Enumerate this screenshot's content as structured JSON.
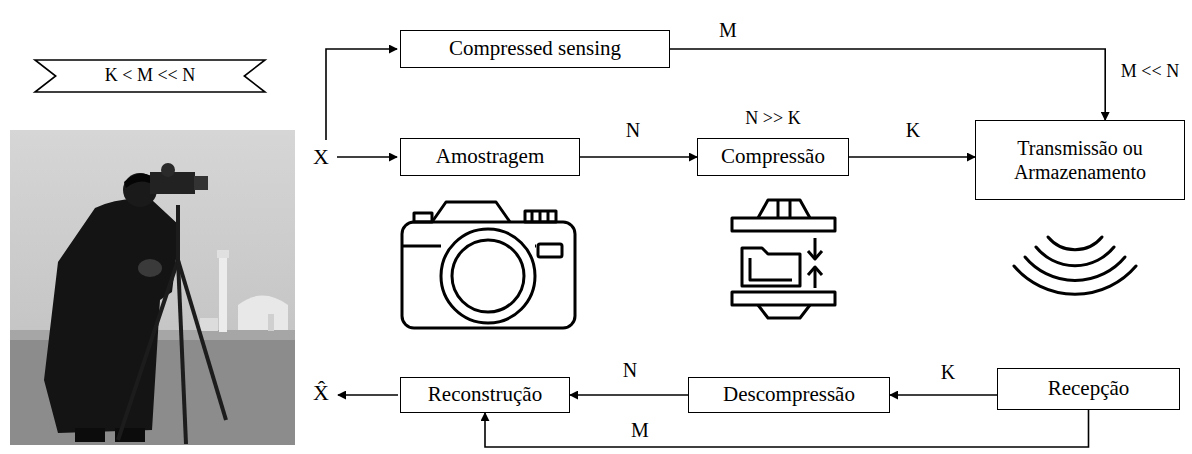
{
  "diagram": {
    "nodes": [
      {
        "text": [
          "K < M << N"
        ]
      },
      {
        "text": [
          "Compressed sensing"
        ]
      },
      {
        "text": [
          "Amostragem"
        ]
      },
      {
        "text": [
          "Compressão"
        ]
      },
      {
        "text": [
          "Transmissão ou Armazenamento"
        ]
      },
      {
        "text": [
          "Recepção"
        ]
      },
      {
        "text": [
          "Descompressão"
        ]
      },
      {
        "text": [
          "Reconstrução"
        ]
      }
    ],
    "edges": [
      {
        "from": 1,
        "to": 4,
        "arrow": "to",
        "label": "M"
      },
      {
        "from": 2,
        "to": 3,
        "arrow": "to",
        "label": "N"
      },
      {
        "from": 3,
        "to": 4,
        "arrow": "to",
        "label": "K"
      },
      {
        "from": 5,
        "to": 6,
        "arrow": "to",
        "label": "K"
      },
      {
        "from": 6,
        "to": 7,
        "arrow": "to",
        "label": "N"
      },
      {
        "from": 5,
        "to": 7,
        "arrow": "to",
        "label": "M"
      }
    ],
    "labels": [
      "X",
      "N >> K",
      "M << N",
      "X̂"
    ]
  }
}
